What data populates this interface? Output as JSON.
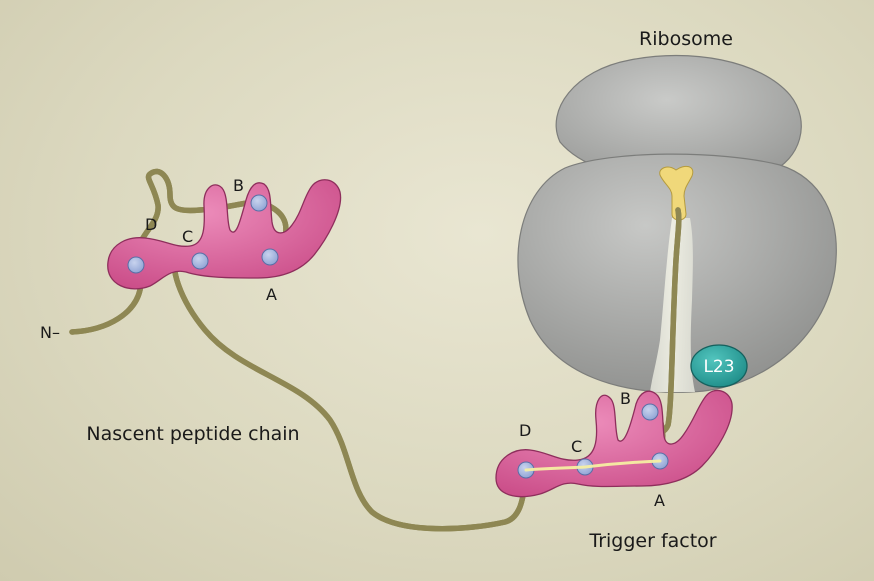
{
  "labels": {
    "ribosome": "Ribosome",
    "nascent_chain": "Nascent peptide chain",
    "trigger_factor": "Trigger factor",
    "n_terminus": "N–",
    "l23": "L23"
  },
  "left_tf_sites": {
    "a": "A",
    "b": "B",
    "c": "C",
    "d": "D"
  },
  "right_tf_sites": {
    "a": "A",
    "b": "B",
    "c": "C",
    "d": "D"
  },
  "colors": {
    "background": "#dcd9c0",
    "ribosome": "#a9aaa9",
    "trigger_factor": "#d9649a",
    "peptide_chain": "#f4ed9c",
    "l23_protein": "#2ea7a2",
    "binding_site": "#a6b7de"
  }
}
